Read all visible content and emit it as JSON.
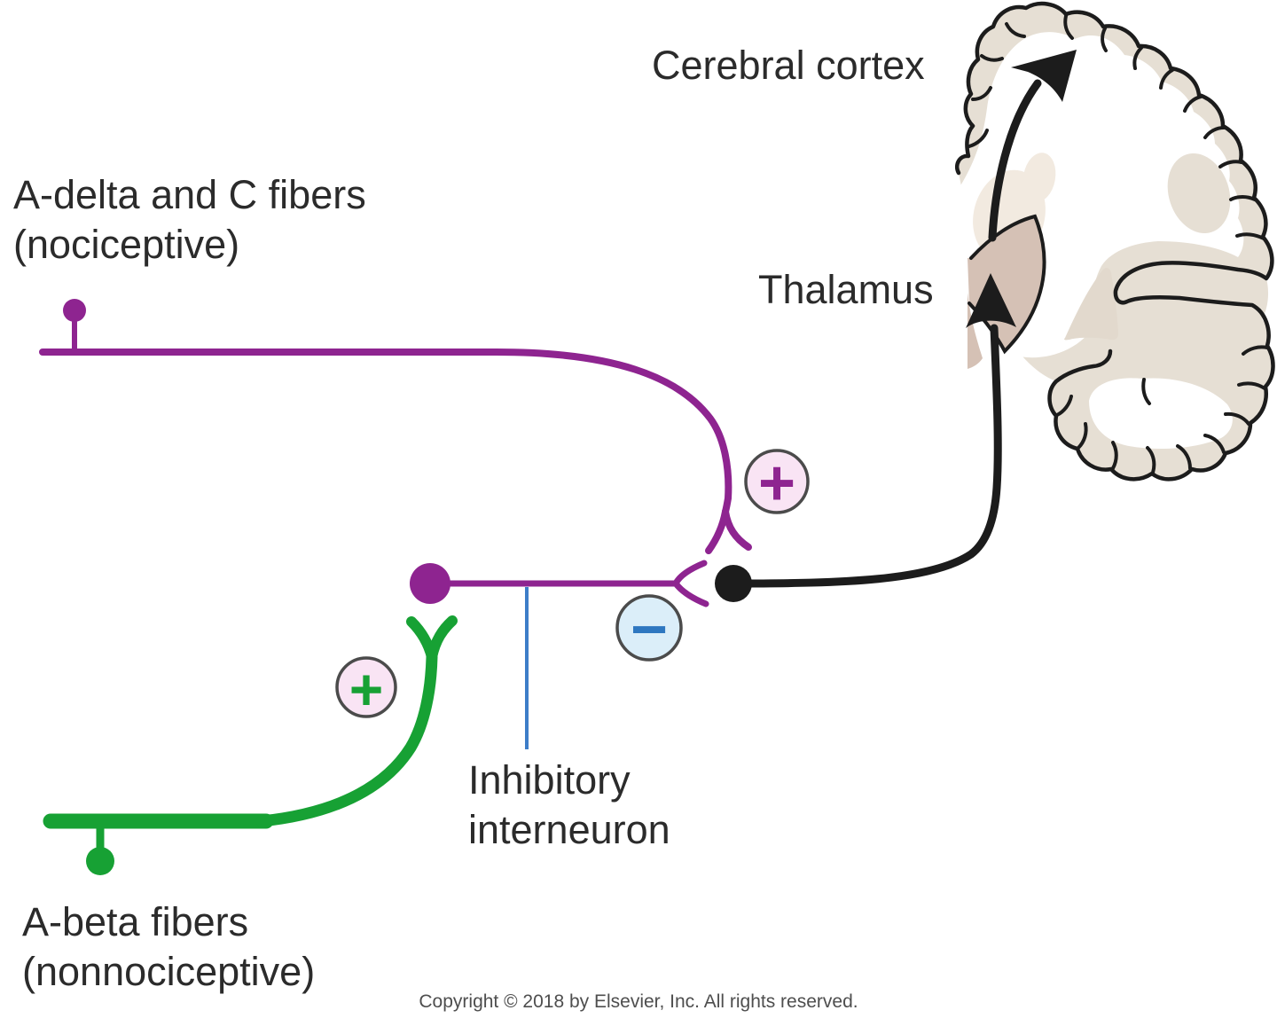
{
  "labels": {
    "a_delta": {
      "line1": "A-delta and C fibers",
      "line2": "(nociceptive)"
    },
    "cerebral_cortex": "Cerebral cortex",
    "thalamus": "Thalamus",
    "inhibitory": {
      "line1": "Inhibitory",
      "line2": "interneuron"
    },
    "a_beta": {
      "line1": "A-beta fibers",
      "line2": "(nonnociceptive)"
    }
  },
  "markers": {
    "excitatory_nociceptive": {
      "symbol": "+",
      "color": "#8e2490",
      "circle_fill": "#f9e4f4"
    },
    "inhibitory_synapse": {
      "symbol": "−",
      "color": "#2e77c0",
      "circle_fill": "#dbeef9"
    },
    "excitatory_nonnociceptive": {
      "symbol": "+",
      "color": "#17a134",
      "circle_fill": "#f9e4f4"
    }
  },
  "colors": {
    "nociceptive_fiber": "#8e2490",
    "nonnociceptive_fiber": "#17a134",
    "interneuron_link": "#3d7dc8",
    "projection_pathway": "#1c1c1c",
    "cortex_band": "#e6dfd4",
    "thalamus_fill": "#d5c1b5",
    "label_text": "#2b2b2b"
  },
  "footer": {
    "copyright": "Copyright © 2018 by Elsevier, Inc. All rights reserved."
  }
}
